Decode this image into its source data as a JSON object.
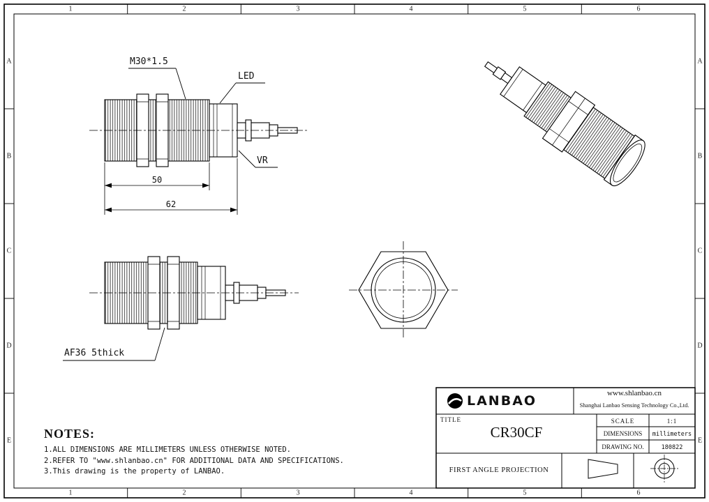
{
  "sheet": {
    "grid_columns": [
      "1",
      "2",
      "3",
      "4",
      "5",
      "6"
    ],
    "grid_rows": [
      "A",
      "B",
      "C",
      "D",
      "E"
    ]
  },
  "views": {
    "labels": {
      "thread_spec": "M30*1.5",
      "led": "LED",
      "vr": "VR",
      "flange": "AF36 5thick"
    },
    "dims": {
      "thread_length": "50",
      "body_length": "62"
    }
  },
  "notes": {
    "heading": "NOTES:",
    "items": [
      "1.ALL DIMENSIONS ARE MILLIMETERS UNLESS OTHERWISE NOTED.",
      "2.REFER TO \"www.shlanbao.cn\" FOR ADDITIONAL DATA AND SPECIFICATIONS.",
      "3.This drawing is the property of LANBAO."
    ]
  },
  "title_block": {
    "brand": "LANBAO",
    "website": "www.shlanbao.cn",
    "company": "Shanghai Lanbao Sensing Technology Co.,Ltd.",
    "title_label": "TITLE",
    "title": "CR30CF",
    "scale_label": "SCALE",
    "scale_value": "1:1",
    "dimensions_label": "DIMENSIONS",
    "dimensions_value": "millimeters",
    "drawing_no_label": "DRAWING NO.",
    "drawing_no_value": "180822",
    "projection": "FIRST ANGLE PROJECTION"
  }
}
